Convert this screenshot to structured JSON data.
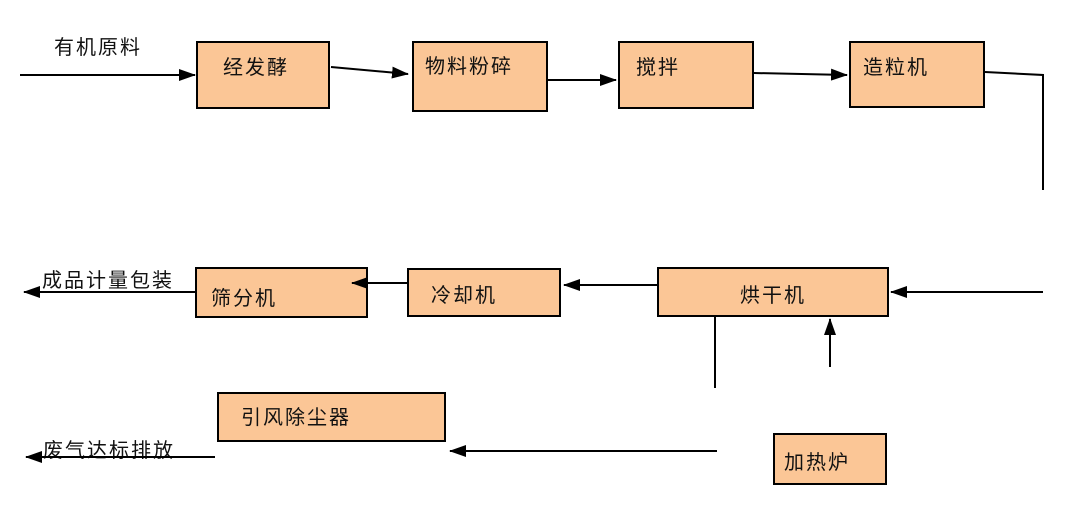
{
  "diagram": {
    "background_color": "#ffffff",
    "box_fill_color": "#FBC696",
    "box_border_color": "#000000",
    "arrow_color": "#000000",
    "nodes": [
      {
        "id": "fermentation",
        "label": "经发酵"
      },
      {
        "id": "material-crushing",
        "label": "物料粉碎"
      },
      {
        "id": "mixing",
        "label": "搅拌"
      },
      {
        "id": "granulator",
        "label": "造粒机"
      },
      {
        "id": "screening-machine",
        "label": "筛分机"
      },
      {
        "id": "cooling-machine",
        "label": "冷却机"
      },
      {
        "id": "drying-machine",
        "label": "烘干机"
      },
      {
        "id": "induced-draft-dust-collector",
        "label": "引风除尘器"
      },
      {
        "id": "heating-furnace",
        "label": "加热炉"
      }
    ],
    "annotations": [
      {
        "id": "input",
        "text": "有机原料"
      },
      {
        "id": "output",
        "text": "成品计量包装"
      },
      {
        "id": "exhaust",
        "text": "废气达标排放"
      }
    ],
    "edges": [
      {
        "from": "有机原料",
        "to": "经发酵"
      },
      {
        "from": "经发酵",
        "to": "物料粉碎"
      },
      {
        "from": "物料粉碎",
        "to": "搅拌"
      },
      {
        "from": "搅拌",
        "to": "造粒机"
      },
      {
        "from": "造粒机",
        "to": "烘干机"
      },
      {
        "from": "烘干机",
        "to": "冷却机"
      },
      {
        "from": "冷却机",
        "to": "筛分机"
      },
      {
        "from": "筛分机",
        "to": "成品计量包装"
      },
      {
        "from": "烘干机",
        "to": "引风除尘器"
      },
      {
        "from": "加热炉",
        "to": "烘干机"
      },
      {
        "from": "引风除尘器",
        "to": "废气达标排放"
      }
    ]
  }
}
